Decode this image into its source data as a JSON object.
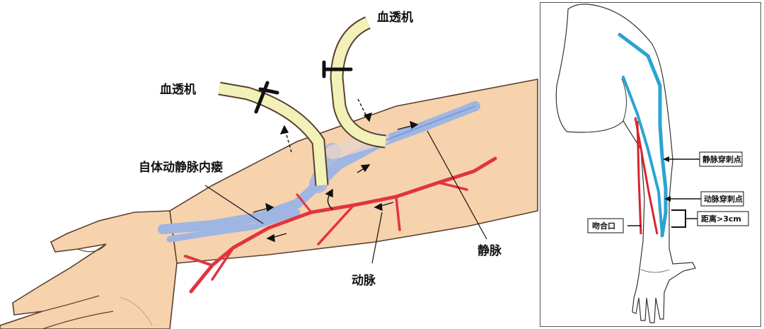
{
  "left_panel": {
    "label_machine_1": "血透机",
    "label_machine_2": "血透机",
    "label_fistula": "自体动静脉内瘘",
    "label_vein": "静脉",
    "label_artery": "动脉"
  },
  "right_panel": {
    "label_vein_puncture": "静脉穿刺点",
    "label_artery_puncture": "动脉穿刺点",
    "label_anastomosis": "吻合口",
    "label_distance": "距离>3cm"
  },
  "colors": {
    "skin": "#f6d2ad",
    "skin_outline": "#5a4030",
    "vein": "#9fb6e3",
    "artery": "#e23340",
    "tube": "#f2f1b8",
    "vein_line_right": "#2aa3d3",
    "artery_line_right": "#d9242e"
  }
}
